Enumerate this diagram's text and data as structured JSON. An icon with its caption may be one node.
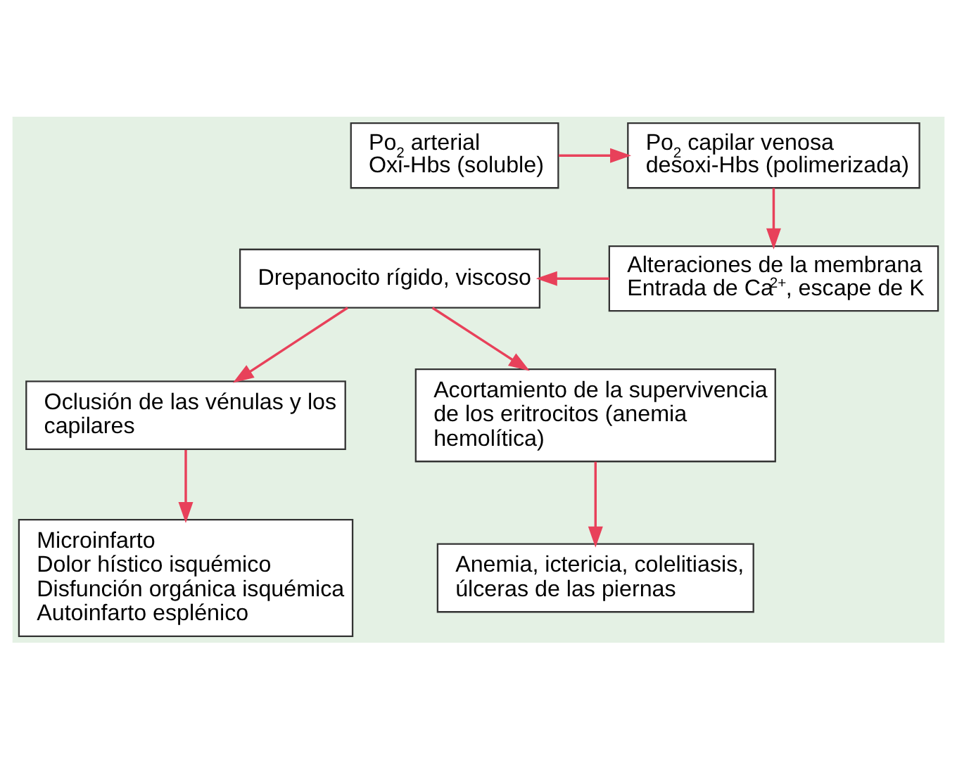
{
  "diagram": {
    "nodes": [
      {
        "text": [
          "Po$_{2}$ arterial",
          "Oxi-Hbs (soluble)"
        ]
      },
      {
        "text": [
          "Po$_{2}$ capilar venosa",
          "desoxi-Hbs (polimerizada)"
        ]
      },
      {
        "text": [
          "Alteraciones de la membrana",
          "Entrada de Ca$^{2+}$, escape de K"
        ]
      },
      {
        "text": [
          "Drepanocito rígido, viscoso"
        ]
      },
      {
        "text": [
          "Oclusión de las vénulas y los capilares"
        ]
      },
      {
        "text": [
          "Acortamiento de la supervivencia de los eritrocitos (anemia hemolítica)"
        ]
      },
      {
        "text": [
          "Microinfarto",
          "Dolor hístico isquémico",
          "Disfunción orgánica isquémica",
          "Autoinfarto esplénico"
        ]
      },
      {
        "text": [
          "Anemia, ictericia, colelitiasis, úlceras de las piernas"
        ]
      }
    ],
    "edges": [
      {
        "from": 0,
        "to": 1,
        "arrow": "to"
      },
      {
        "from": 1,
        "to": 2,
        "arrow": "to"
      },
      {
        "from": 2,
        "to": 3,
        "arrow": "to"
      },
      {
        "from": 3,
        "to": 4,
        "arrow": "to"
      },
      {
        "from": 3,
        "to": 5,
        "arrow": "to"
      },
      {
        "from": 4,
        "to": 6,
        "arrow": "to"
      },
      {
        "from": 5,
        "to": 7,
        "arrow": "to"
      }
    ]
  }
}
